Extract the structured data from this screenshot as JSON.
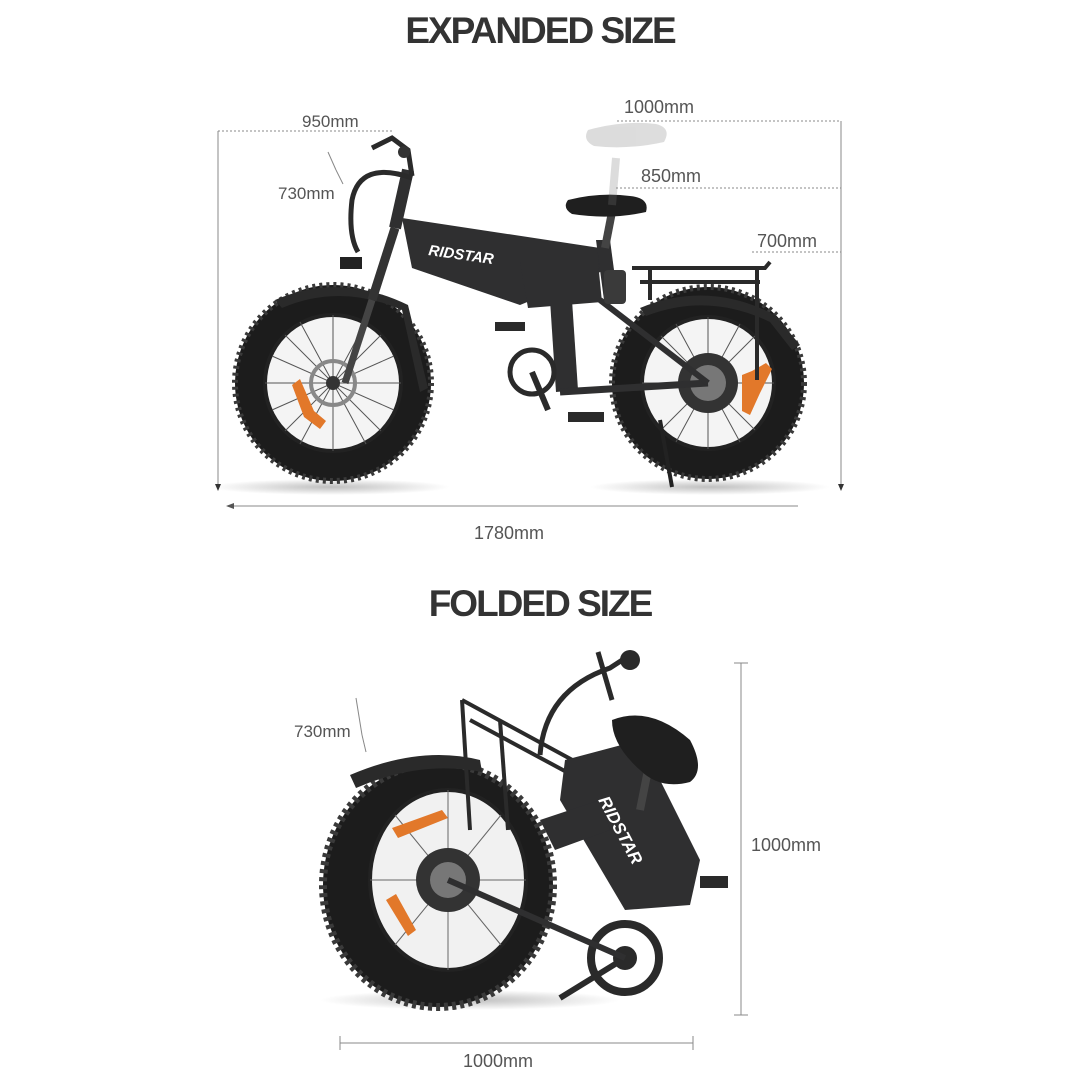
{
  "expanded": {
    "title": "EXPANDED SIZE",
    "brand": "RIDSTAR",
    "dims": {
      "handlebar_width": "950mm",
      "handlebar_tilt": "730mm",
      "seat_max": "1000mm",
      "seat_mid": "850mm",
      "rack": "700mm",
      "length": "1780mm"
    }
  },
  "folded": {
    "title": "FOLDED SIZE",
    "brand": "RIDSTAR",
    "dims": {
      "handlebar_tilt": "730mm",
      "height": "1000mm",
      "length": "1000mm"
    }
  },
  "colors": {
    "frame": "#2f2f30",
    "tire": "#1c1c1c",
    "accent_orange": "#e2782a",
    "dimension_line": "#888888",
    "title_text": "#333333"
  }
}
